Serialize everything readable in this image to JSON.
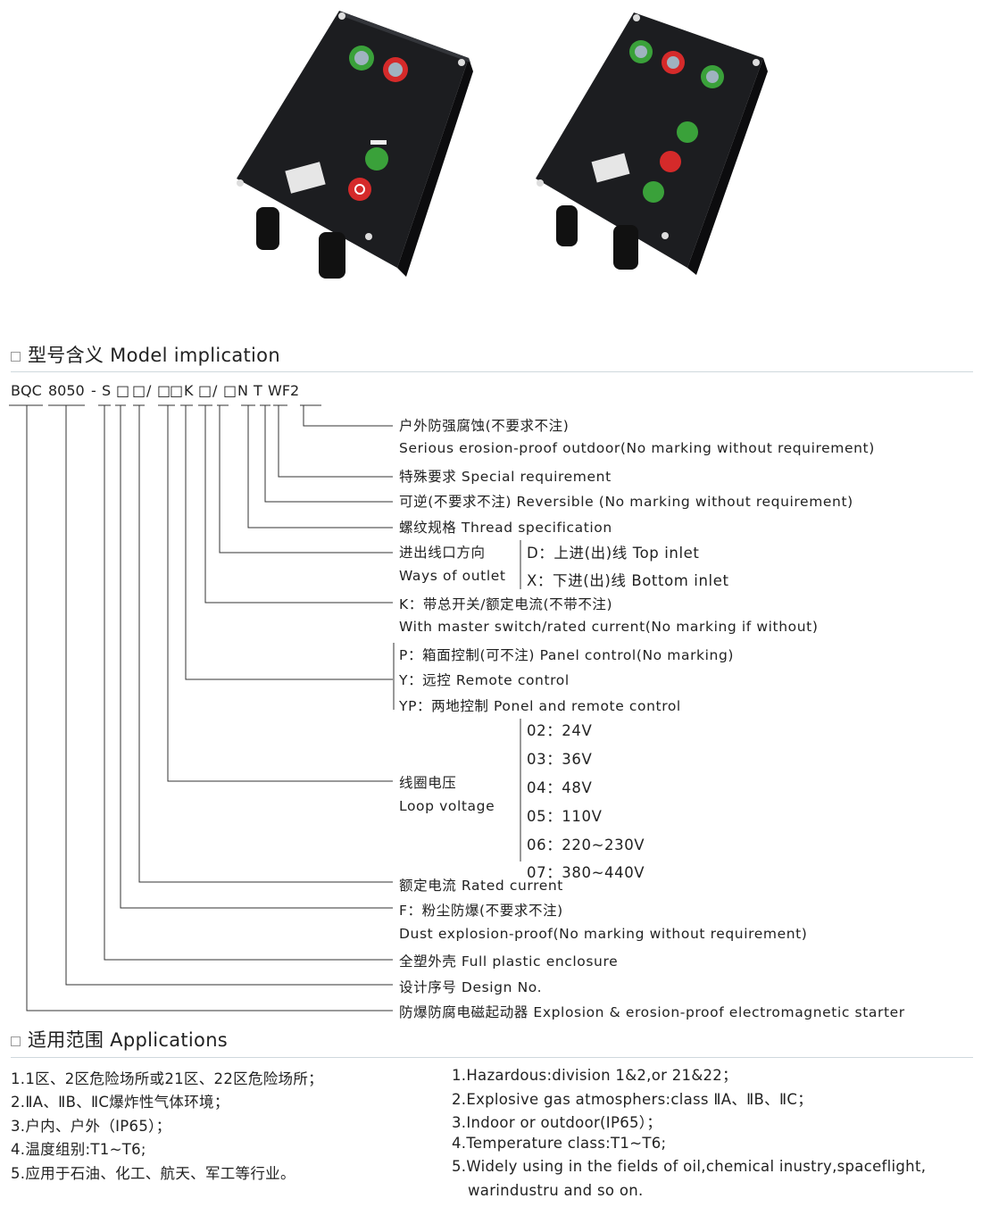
{
  "sections": {
    "model": "型号含义 Model implication",
    "applications": "适用范围 Applications"
  },
  "model_code": [
    "BQC",
    "8050",
    "-",
    "S",
    "□",
    "□",
    "/",
    "□",
    "□",
    "K",
    "□",
    "/",
    "□",
    "N",
    "T",
    "WF2"
  ],
  "descriptions": {
    "wf2_cn": "户外防强腐蚀(不要求不注)",
    "wf2_en": "Serious erosion-proof outdoor(No marking without requirement)",
    "t": "特殊要求  Special requirement",
    "n": "可逆(不要求不注)  Reversible (No marking without requirement)",
    "thread": "螺纹规格  Thread specification",
    "outlet_cn": "进出线口方向",
    "outlet_en": "Ways of outlet",
    "outlet_d": "D：上进(出)线  Top inlet",
    "outlet_x": "X：下进(出)线  Bottom inlet",
    "k_cn": "K：带总开关/额定电流(不带不注)",
    "k_en": "With master switch/rated current(No marking if without)",
    "ctrl_p": "P：箱面控制(可不注)  Panel control(No marking)",
    "ctrl_y": "Y：远控  Remote control",
    "ctrl_yp": "YP：两地控制  Ponel and remote control",
    "voltage_cn": "线圈电压",
    "voltage_en": "Loop voltage",
    "voltages": [
      "02：24V",
      "03：36V",
      "04：48V",
      "05：110V",
      "06：220~230V",
      "07：380~440V"
    ],
    "rated": "额定电流  Rated current",
    "dust_cn": "F：粉尘防爆(不要求不注)",
    "dust_en": "Dust explosion-proof(No marking without requirement)",
    "plastic": "全塑外壳  Full plastic enclosure",
    "design": "设计序号  Design No.",
    "starter": "防爆防腐电磁起动器  Explosion & erosion-proof electromagnetic starter"
  },
  "applications": {
    "cn": [
      "1.1区、2区危险场所或21区、22区危险场所；",
      "2.ⅡA、ⅡB、ⅡC爆炸性气体环境；",
      "3.户内、户外（IP65）；",
      "4.温度组别:T1~T6;",
      "5.应用于石油、化工、航天、军工等行业。"
    ],
    "en": [
      "1.Hazardous:division 1&2,or 21&22；",
      "2.Explosive gas atmosphers:class ⅡA、ⅡB、ⅡC；",
      "3.Indoor or outdoor(IP65）；",
      "4.Temperature class:T1~T6;",
      "5.Widely using in the fields of oil,chemical inustry,spaceflight,",
      "warindustru and so on."
    ]
  },
  "colors": {
    "enclosure": "#1c1d20",
    "button_green": "#3aa13a",
    "button_red": "#d52a2a",
    "rule": "#cfd8dd"
  }
}
